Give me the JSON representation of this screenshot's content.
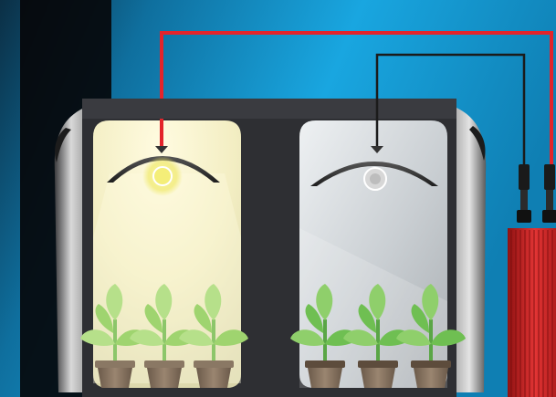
{
  "scene": {
    "background_color": "#1a9fd8",
    "tent_frame_color": "#2e2f33",
    "wire_power_color": "#e3242b",
    "wire_signal_color": "#1b1b1b",
    "ballast_color": "#d42a2a"
  },
  "compartments": [
    {
      "id": "left",
      "lamp_state": "on",
      "light_color": "#f6f0b8",
      "plants": 3
    },
    {
      "id": "right",
      "lamp_state": "off",
      "light_color": "#d9dfe4",
      "plants": 3
    }
  ],
  "icons": [
    "grow-lamp-icon",
    "plant-icon",
    "pot-icon",
    "ballast-icon",
    "connector-icon"
  ]
}
